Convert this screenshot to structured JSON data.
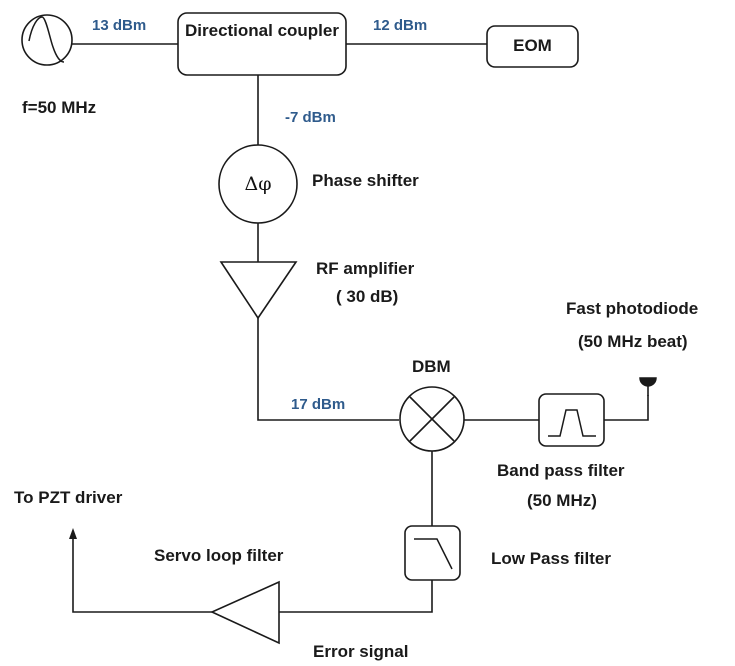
{
  "blocks": {
    "directional_coupler": "Directional coupler",
    "eom": "EOM",
    "phase_shifter_symbol": "Δφ"
  },
  "labels": {
    "frequency": "f=50 MHz",
    "phase_shifter": "Phase shifter",
    "rf_amplifier": "RF amplifier",
    "rf_amplifier_gain": "( 30 dB)",
    "fast_photodiode": "Fast photodiode",
    "fast_photodiode_note": "(50 MHz beat)",
    "dbm": "DBM",
    "band_pass_filter": "Band pass filter",
    "band_pass_filter_freq": "(50 MHz)",
    "low_pass_filter": "Low Pass filter",
    "servo_loop_filter": "Servo loop filter",
    "to_pzt_driver": "To PZT driver",
    "error_signal": "Error signal"
  },
  "power_levels": {
    "oscillator_out": "13 dBm",
    "to_eom": "12 dBm",
    "coupled_port": "-7 dBm",
    "amplifier_out": "17 dBm"
  },
  "colors": {
    "line": "#1a1a1a",
    "text": "#1a1a1a",
    "power_label": "#2f5b8c"
  }
}
